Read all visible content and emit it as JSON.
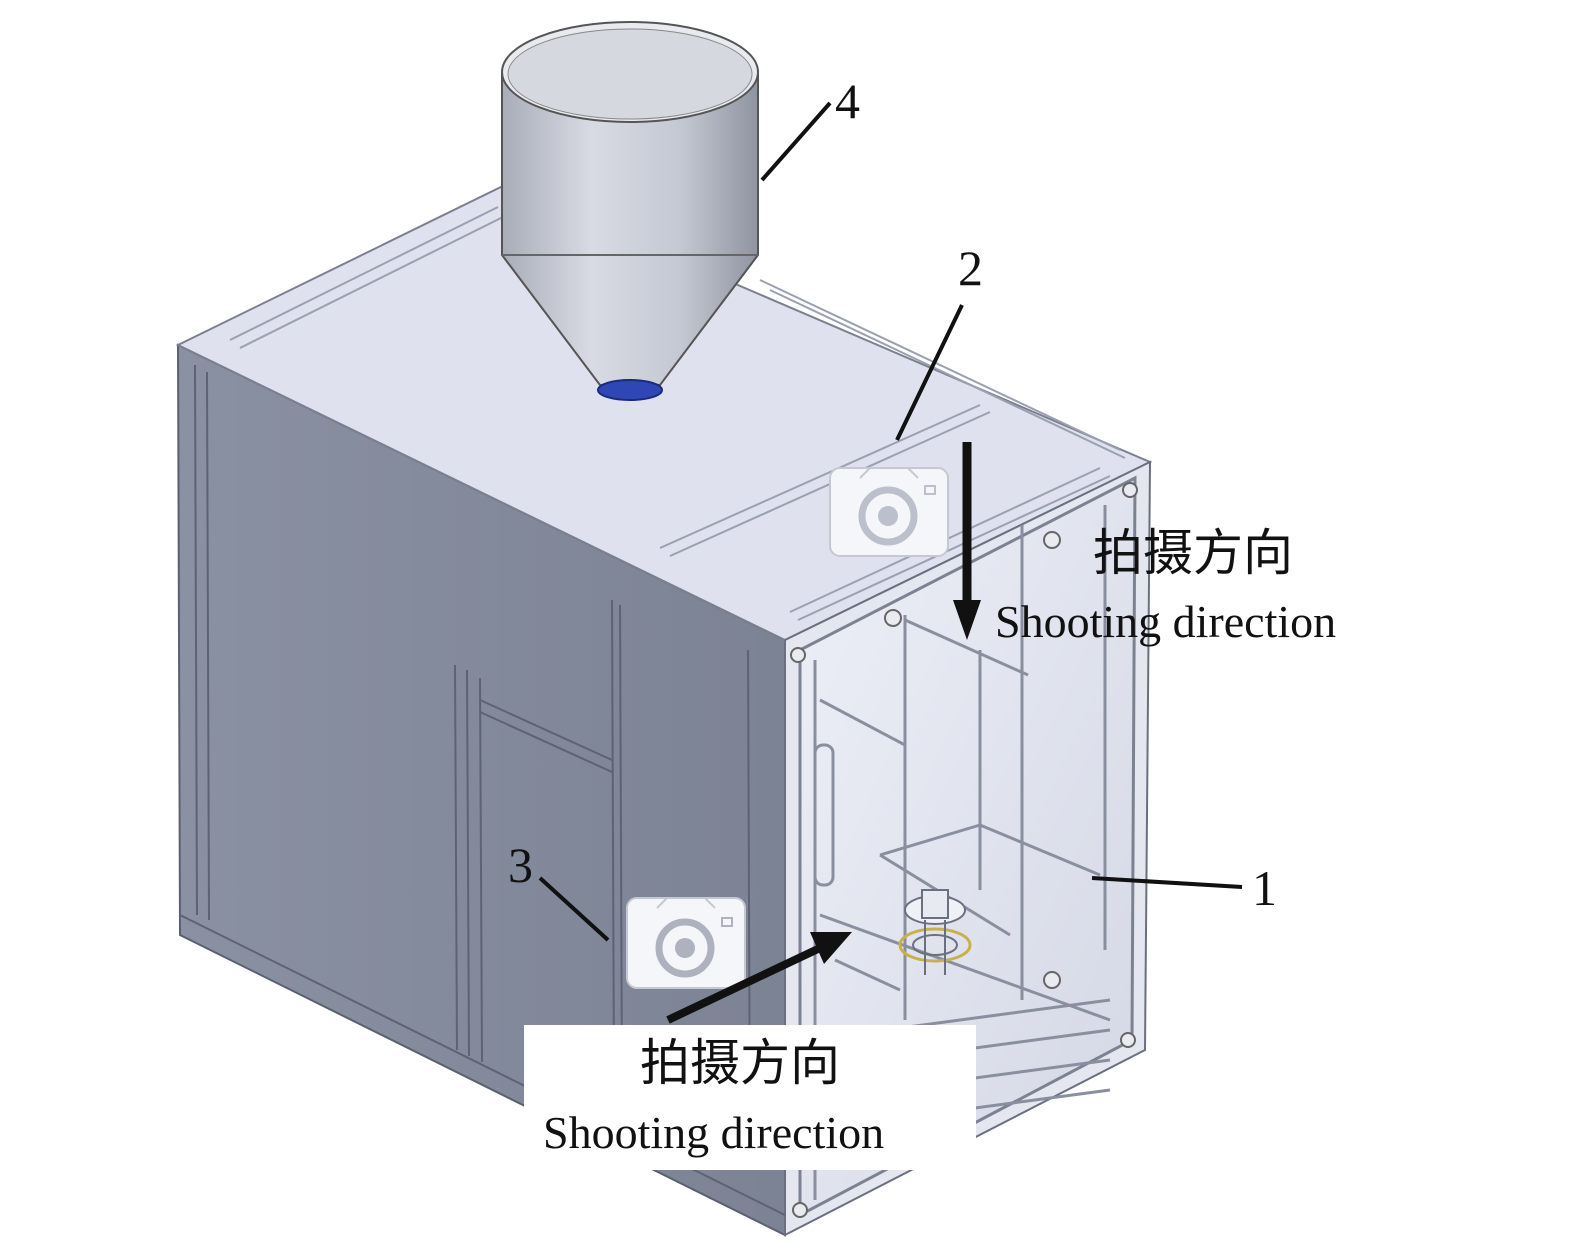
{
  "callouts": {
    "one": "1",
    "two": "2",
    "three": "3",
    "four": "4"
  },
  "labels": {
    "top_direction_cn": "拍摄方向",
    "top_direction_en": "Shooting direction",
    "bottom_direction_cn": "拍摄方向",
    "bottom_direction_en": "Shooting direction"
  },
  "icons": {
    "top_camera": "camera-icon",
    "side_camera": "camera-icon"
  },
  "colors": {
    "body_front": "#848b9c",
    "body_top": "#dfe2ee",
    "frame": "#c9ccd6",
    "hopper": "#c6c9d3",
    "arrow": "#111111",
    "outlet_ring": "#2f47b5"
  }
}
